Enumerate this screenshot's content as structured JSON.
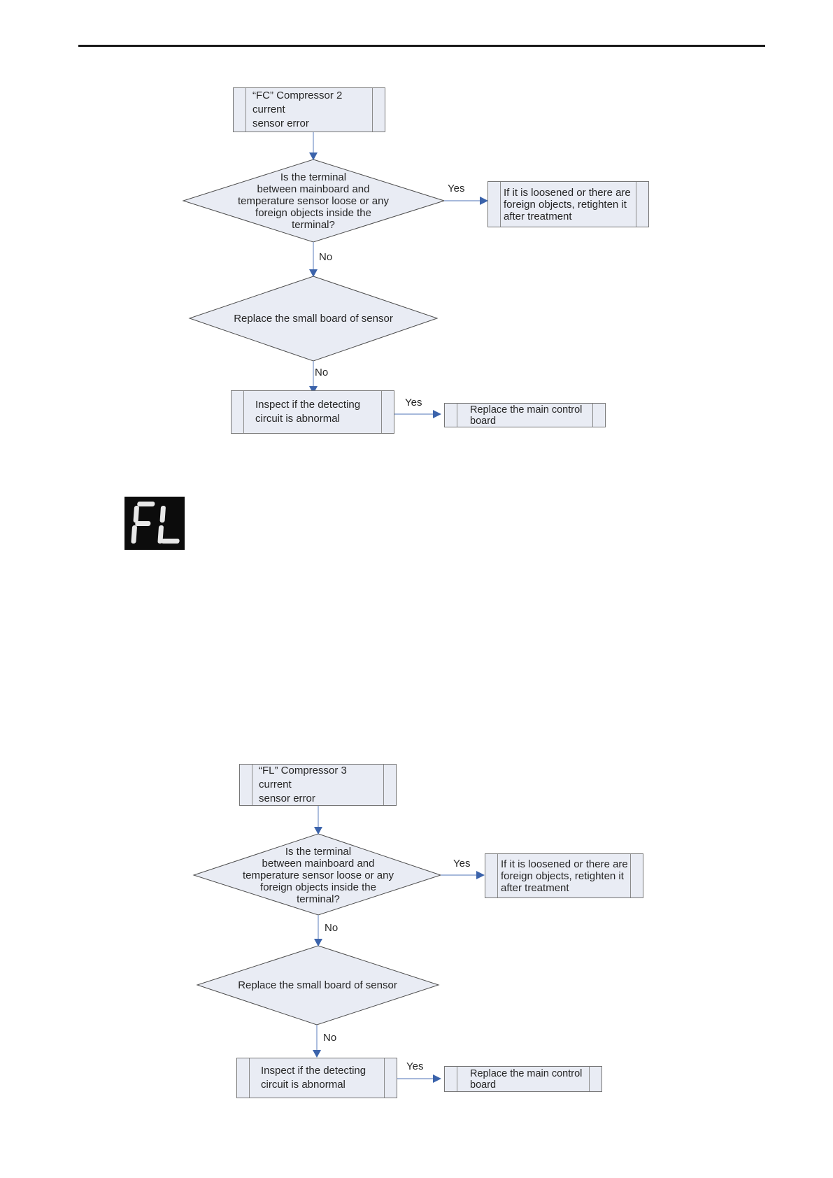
{
  "display_code": {
    "value": "FL",
    "background": "#0c0c0c",
    "segment_color": "#e8e8e8"
  },
  "colors": {
    "node_fill": "#e9ecf4",
    "node_border": "#767676",
    "diamond_border": "#4d4d4d",
    "connector_line": "#8aa2cf",
    "arrowhead": "#3b63ab",
    "text": "#262626",
    "top_rule": "#1a1a1a"
  },
  "flowchart_fc": {
    "start": "“FC” Compressor 2 current\nsensor error",
    "decision1": "Is the terminal\nbetween mainboard and\ntemperature sensor loose or any\nforeign objects inside the\nterminal?",
    "label_yes1": "Yes",
    "action_yes1": "If it is loosened or there are\nforeign objects, retighten it\nafter treatment",
    "label_no1": "No",
    "decision2": "Replace the small board of sensor",
    "label_no2": "No",
    "step_inspect": "Inspect if the detecting\ncircuit is abnormal",
    "label_yes2": "Yes",
    "action_yes2": "Replace the main control\nboard"
  },
  "flowchart_fl": {
    "start": "“FL” Compressor 3 current\nsensor error",
    "decision1": "Is the terminal\nbetween mainboard and\ntemperature sensor loose or any\nforeign objects inside the\nterminal?",
    "label_yes1": "Yes",
    "action_yes1": "If it is loosened or there are\nforeign objects, retighten it\nafter treatment",
    "label_no1": "No",
    "decision2": "Replace the small board of sensor",
    "label_no2": "No",
    "step_inspect": "Inspect if the detecting\ncircuit is abnormal",
    "label_yes2": "Yes",
    "action_yes2": "Replace the main control\nboard"
  }
}
